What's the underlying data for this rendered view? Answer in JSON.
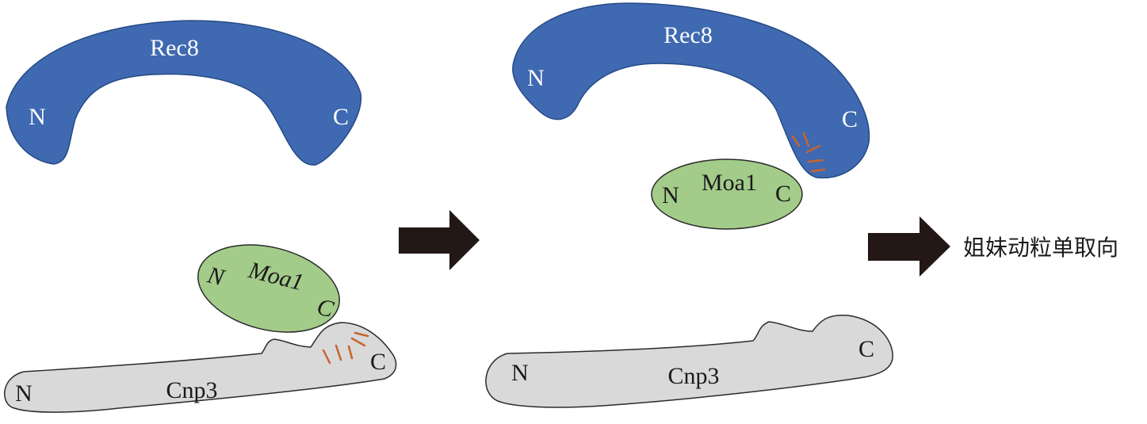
{
  "colors": {
    "rec8_fill": "#3f69b1",
    "rec8_stroke": "#264a86",
    "moa1_fill": "#a3cb8a",
    "moa1_stroke": "#2b2b2b",
    "cnp3_fill": "#d9d9d9",
    "cnp3_stroke": "#2b2b2b",
    "arrow_fill": "#231815",
    "interaction_mark": "#c8642d"
  },
  "left_panel": {
    "rec8": {
      "name": "Rec8",
      "n_label": "N",
      "c_label": "C"
    },
    "moa1": {
      "name": "Moa1",
      "n_label": "N",
      "c_label": "C"
    },
    "cnp3": {
      "name": "Cnp3",
      "n_label": "N",
      "c_label": "C"
    }
  },
  "right_panel": {
    "rec8": {
      "name": "Rec8",
      "n_label": "N",
      "c_label": "C"
    },
    "moa1": {
      "name": "Moa1",
      "n_label": "N",
      "c_label": "C"
    },
    "cnp3": {
      "name": "Cnp3",
      "n_label": "N",
      "c_label": "C"
    }
  },
  "outcome_label": "姐妹动粒单取向",
  "icons": {
    "transition_arrow_1": "right-arrow-icon",
    "transition_arrow_2": "right-arrow-icon",
    "interaction_marks": "interaction-tick-icon"
  }
}
